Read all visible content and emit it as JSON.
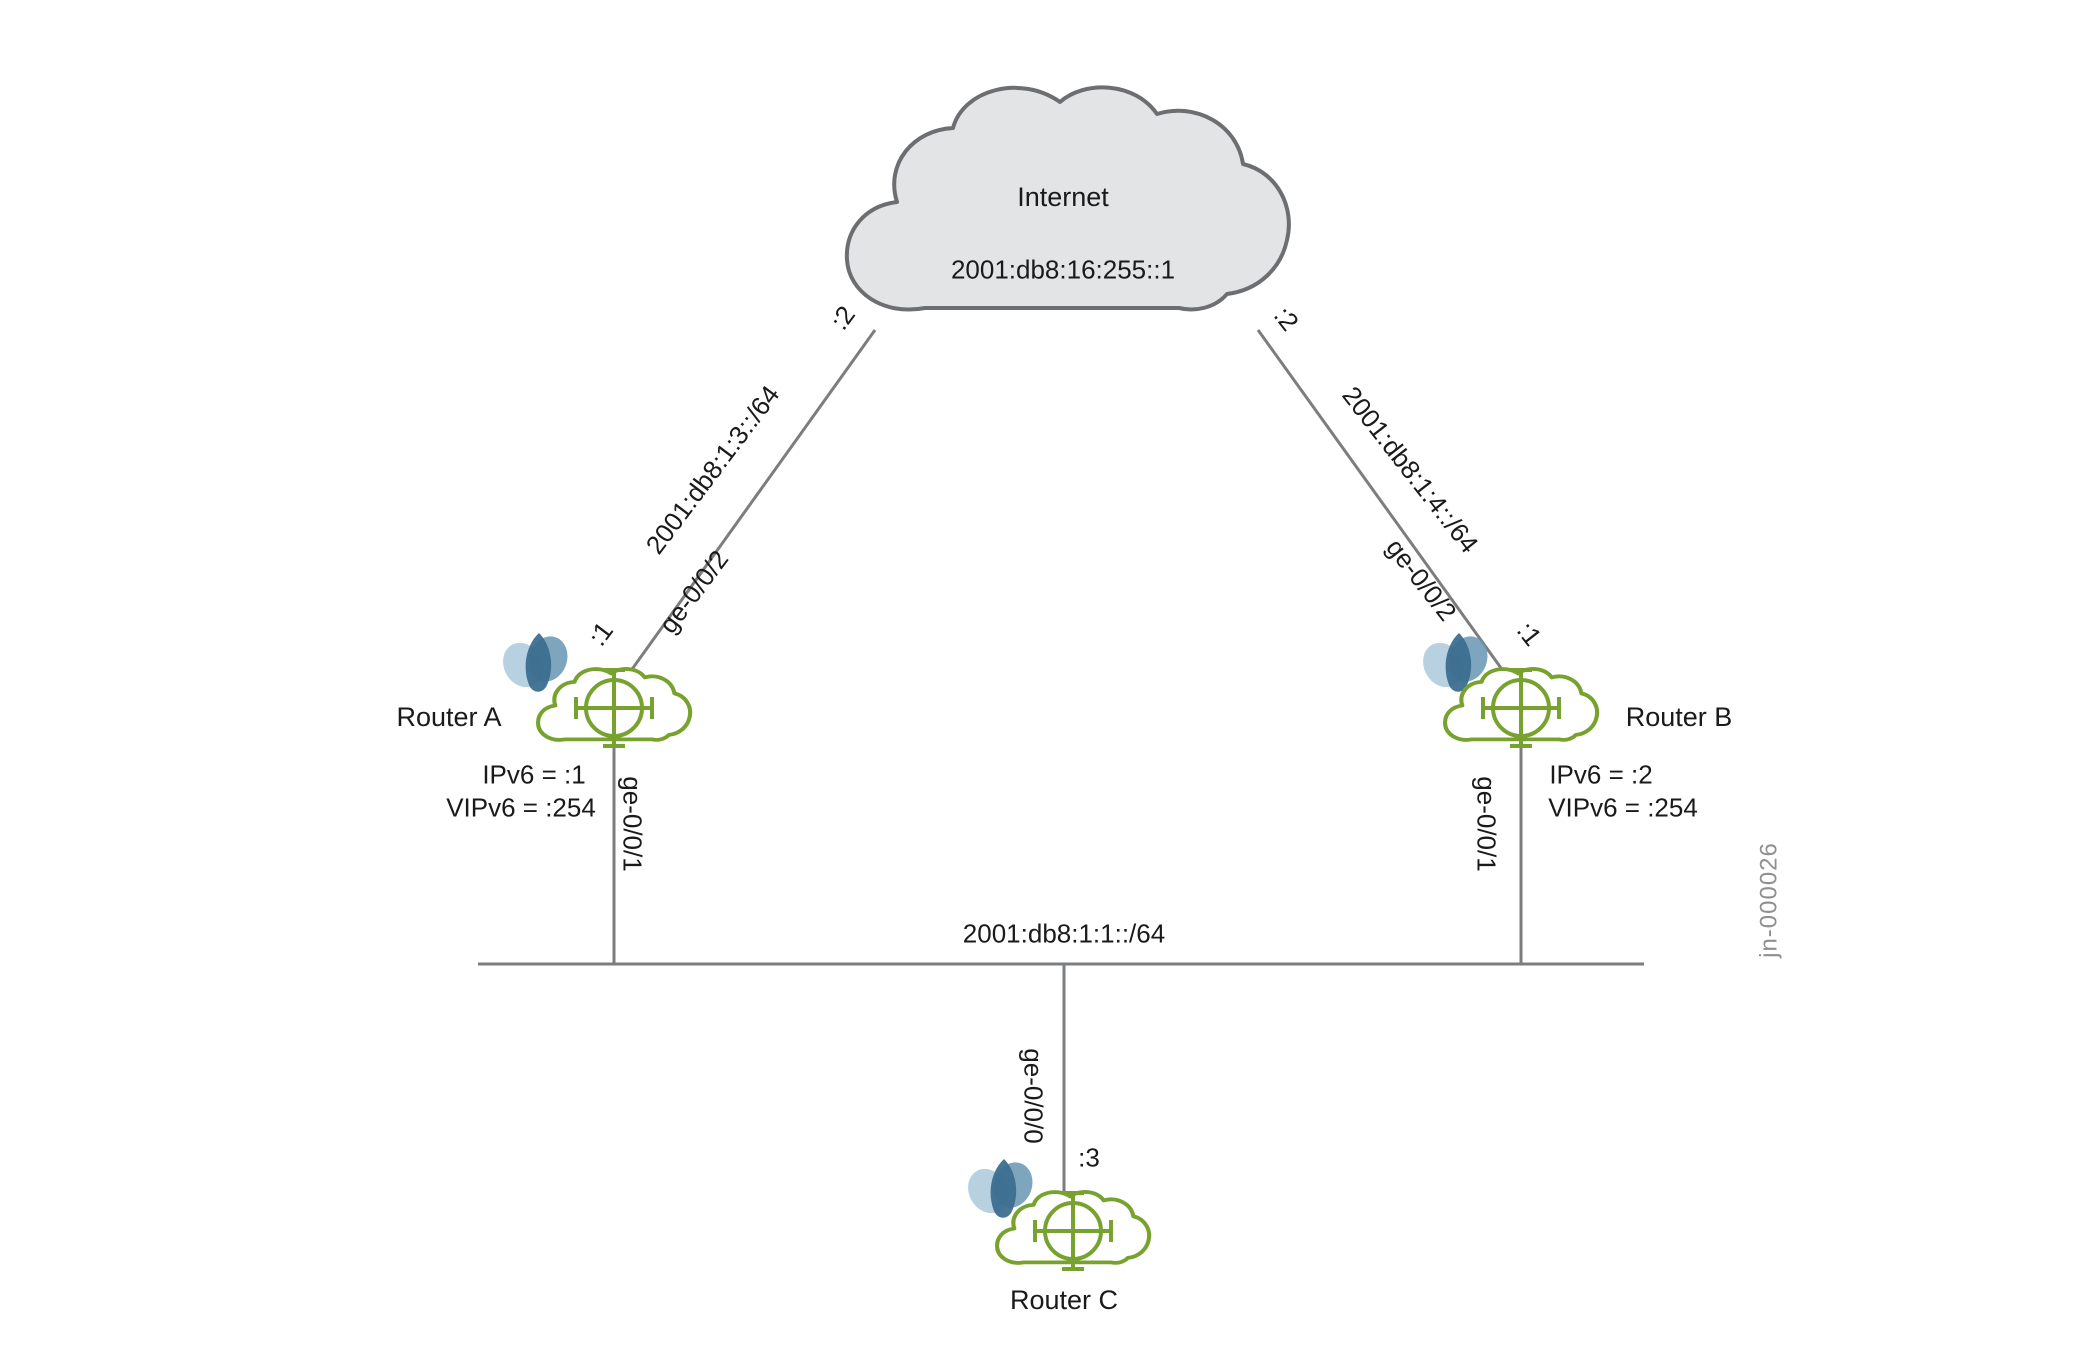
{
  "meta": {
    "watermark": "jn-000026"
  },
  "colors": {
    "router_green": "#78a22f",
    "cloud_fill": "#e3e4e5",
    "cloud_stroke": "#6d6e71",
    "line": "#7b7d7f",
    "flower_light": "#b3cfdf",
    "flower_mid": "#6f9cb7",
    "flower_dark": "#3c6e8f",
    "text": "#1a1a1a",
    "watermark": "#8f8f8f"
  },
  "internet": {
    "label": "Internet",
    "address": "2001:db8:16:255::1"
  },
  "links": {
    "left": {
      "cloud_end": ":2",
      "subnet": "2001:db8:1:3::/64",
      "interface": "ge-0/0/2",
      "router_end": ":1"
    },
    "right": {
      "cloud_end": ":2",
      "subnet": "2001:db8:1:4::/64",
      "interface": "ge-0/0/2",
      "router_end": ":1"
    }
  },
  "lan": {
    "subnet": "2001:db8:1:1::/64"
  },
  "routers": {
    "a": {
      "name": "Router A",
      "ipv6": "IPv6 = :1",
      "vipv6": "VIPv6 = :254",
      "lan_interface": "ge-0/0/1"
    },
    "b": {
      "name": "Router B",
      "ipv6": "IPv6 = :2",
      "vipv6": "VIPv6 = :254",
      "lan_interface": "ge-0/0/1"
    },
    "c": {
      "name": "Router C",
      "lan_interface": "ge-0/0/0",
      "lan_address": ":3"
    }
  }
}
